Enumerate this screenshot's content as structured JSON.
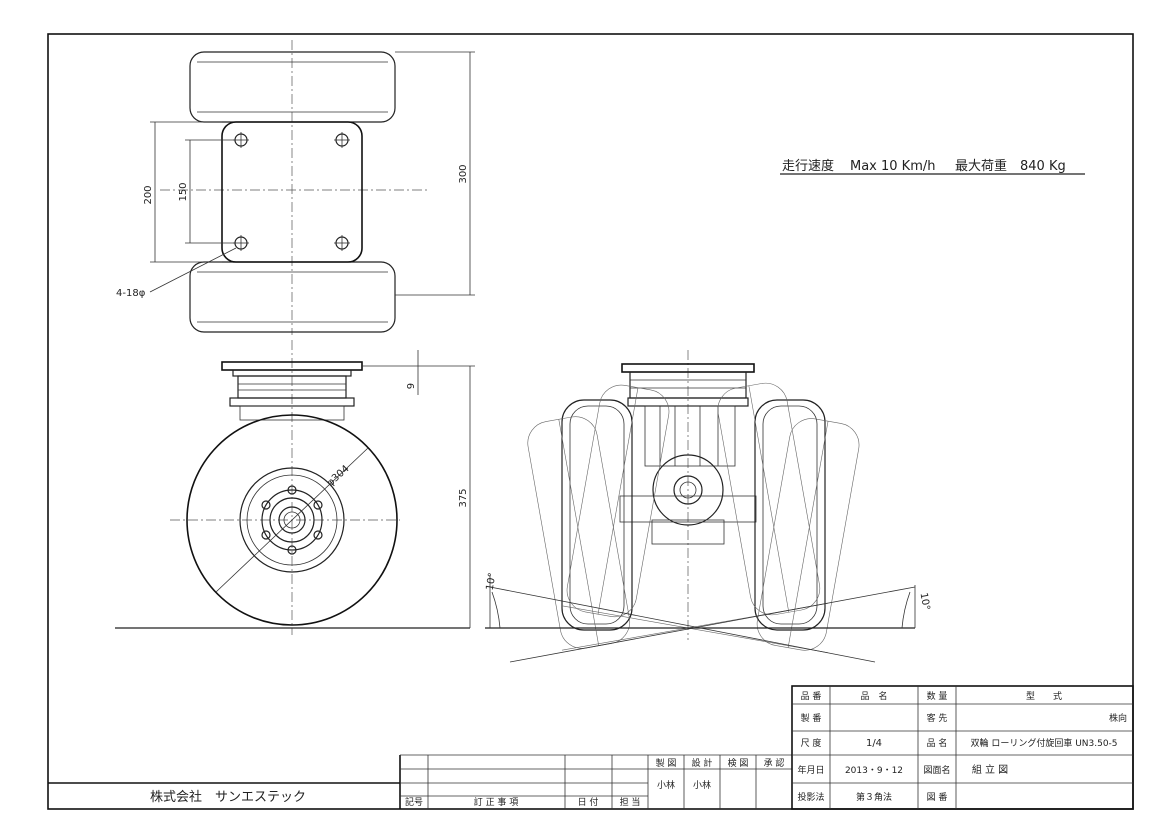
{
  "spec": {
    "speed_label": "走行速度",
    "speed_value": "Max 10 Km/h",
    "load_label": "最大荷重",
    "load_value": "840 Kg"
  },
  "dimensions": {
    "width_outer": "200",
    "width_inner": "150",
    "length": "300",
    "holes": "4-18φ",
    "plate_thickness": "9",
    "height": "375",
    "wheel_dia": "φ304",
    "tilt_left": "10°",
    "tilt_right": "10°"
  },
  "company": "株式会社　サンエステック",
  "revision_block": {
    "col_mark": "記号",
    "col_content": "訂 正 事 項",
    "col_date": "日 付",
    "col_person": "担 当"
  },
  "approval": {
    "headers": [
      "製 図",
      "設 計",
      "検 図",
      "承 認"
    ],
    "names": [
      "小林",
      "小林",
      "",
      ""
    ]
  },
  "title_block": {
    "part_no_label": "品 番",
    "part_name_label": "品　名",
    "qty_label": "数 量",
    "model_label": "型　　式",
    "serial_label": "製 番",
    "client_label": "客 先",
    "client_value": "株向",
    "scale_label": "尺 度",
    "scale_value": "1/4",
    "name_label": "品 名",
    "name_value": "双輪 ローリング付旋回車 UN3.50-5",
    "date_label": "年月日",
    "date_value": "2013・9・12",
    "drawing_name_label": "図面名",
    "drawing_name_value": "組 立 図",
    "projection_label": "投影法",
    "projection_value": "第３角法",
    "drawing_no_label": "図 番"
  }
}
